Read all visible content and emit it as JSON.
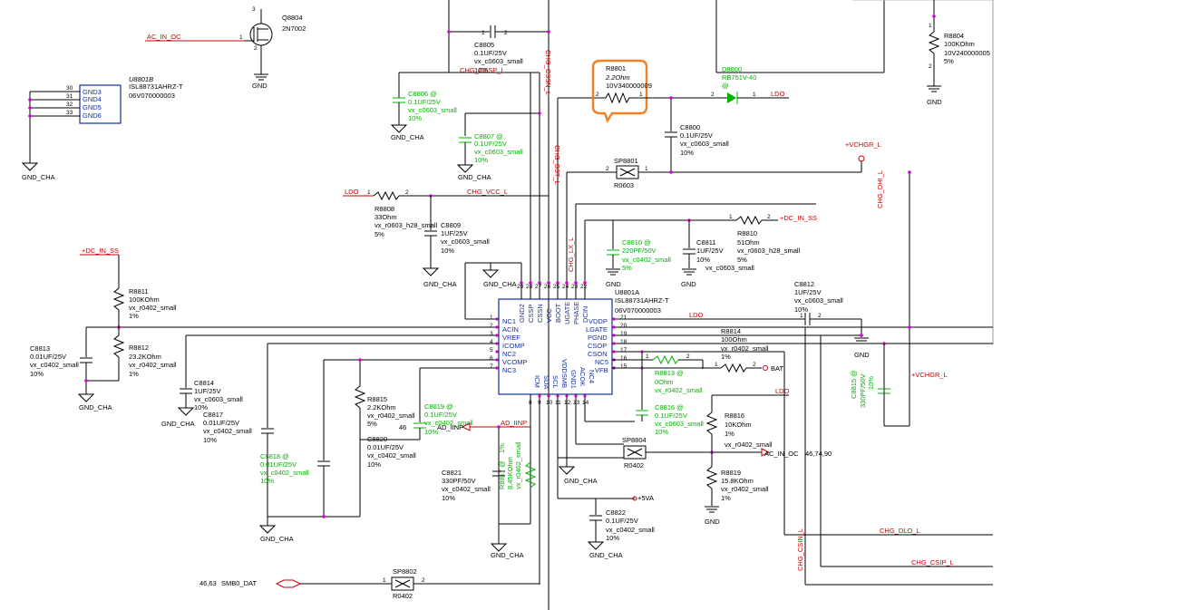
{
  "colors": {
    "wire": "#000000",
    "net_label": "#cc0000",
    "alt_part": "#00b000",
    "pin_dot": "#d000d0",
    "chip_outline": "#1030a0",
    "highlight": "#f08020"
  },
  "chip_main": {
    "ref": "U8801A",
    "part": "ISL88731AHRZ-T",
    "code": "06V070000003",
    "left_pins": [
      "NC1",
      "ACIN",
      "VREF",
      "ICOMP",
      "NC2",
      "VCOMP",
      "NC3"
    ],
    "left_nums": [
      "1",
      "2",
      "3",
      "4",
      "5",
      "6",
      "7"
    ],
    "top_pins": [
      "GND2",
      "CSSP",
      "CSSN",
      "VCC",
      "BOOT",
      "UGATE",
      "PHASE",
      "DCIN"
    ],
    "top_nums": [
      "29",
      "28",
      "27",
      "26",
      "25",
      "24",
      "23",
      "22"
    ],
    "right_pins": [
      "VDDP",
      "LGATE",
      "PGND",
      "CSOP",
      "CSON",
      "NC5",
      "VFB"
    ],
    "right_nums": [
      "21",
      "20",
      "19",
      "18",
      "17",
      "16",
      "15"
    ],
    "bottom_pins": [
      "ICM",
      "SDA",
      "SCL",
      "VDDSMB",
      "GND1",
      "ACOK",
      "NC4"
    ],
    "bottom_nums": [
      "8",
      "9",
      "10",
      "11",
      "12",
      "13",
      "14"
    ]
  },
  "chip_gnd": {
    "ref": "U8801B",
    "part": "ISL88731AHRZ-T",
    "code": "06V070000003",
    "pins": [
      "GND3",
      "GND4",
      "GND5",
      "GND6"
    ],
    "nums": [
      "30",
      "31",
      "32",
      "33"
    ]
  },
  "nets": {
    "ac_in_oc": "AC_IN_OC",
    "chg_cssp_l": "CHG_CSSP_L",
    "chg_cssn_l": "CHG_CSSN_L",
    "chg_bst_l": "CHG_BST_L",
    "chg_vcc_l": "CHG_VCC_L",
    "chg_lx_l": "CHG_LX_L",
    "chg_dhi_l": "CHG_DHI_L",
    "ldo": "LDO",
    "vchgr_l": "+VCHGR_L",
    "dc_in_ss": "+DC_IN_SS",
    "bat": "BAT",
    "ad_iinp": "AD_IINP",
    "chg_csin_l": "CHG_CSIN_L",
    "chg_dlo_l": "CHG_DLO_L",
    "chg_csip_l": "CHG_CSIP_L",
    "v5a": "+5VA",
    "smb0_dat": "SMB0_DAT",
    "ad_iinp_ref": "46",
    "smb0_dat_ref": "46,63",
    "ac_in_oc_ref": "46,74,90"
  },
  "grounds": {
    "gnd": "GND",
    "gnd_cha": "GND_CHA"
  },
  "components": {
    "q8804": [
      "Q8804",
      "2N7002"
    ],
    "c8805": [
      "C8805",
      "0.1UF/25V",
      "vx_c0603_small",
      "10%"
    ],
    "c8806": [
      "C8806  @",
      "0.1UF/25V",
      "vx_c0603_small",
      "10%"
    ],
    "c8807": [
      "C8807  @",
      "0.1UF/25V",
      "vx_c0603_small",
      "10%"
    ],
    "r8801": [
      "R8801",
      "2.2Ohm",
      "10V340000009"
    ],
    "d8800": [
      "D8800",
      "RB751V-40",
      "@"
    ],
    "r8804": [
      "R8804",
      "100KOhm",
      "10V240000005",
      "5%"
    ],
    "c8800": [
      "C8800",
      "0.1UF/25V",
      "vx_c0603_small",
      "10%"
    ],
    "sp8801": [
      "SP8801",
      "R0603"
    ],
    "r8808": [
      "R8808",
      "33Ohm",
      "vx_r0603_h28_small",
      "5%"
    ],
    "c8809": [
      "C8809",
      "1UF/25V",
      "vx_c0603_small",
      "10%"
    ],
    "c8810": [
      "C8810  @",
      "220PF/50V",
      "vx_c0402_small",
      "5%"
    ],
    "c8811": [
      "C8811",
      "1UF/25V",
      "10%",
      "vx_c0603_small"
    ],
    "r8810": [
      "R8810",
      "51Ohm",
      "vx_r0603_h28_small",
      "5%"
    ],
    "c8812": [
      "C8812",
      "1UF/25V",
      "vx_c0603_small",
      "10%"
    ],
    "r8811": [
      "R8811",
      "100KOhm",
      "vx_r0402_small",
      "1%"
    ],
    "r8812": [
      "R8812",
      "23.2KOhm",
      "vx_r0402_small",
      "1%"
    ],
    "c8813": [
      "C8813",
      "0.01UF/25V",
      "vx_c0402_small",
      "10%"
    ],
    "c8814": [
      "C8814",
      "1UF/25V",
      "vx_c0603_small",
      "10%"
    ],
    "c8817": [
      "C8817",
      "0.01UF/25V",
      "vx_c0402_small",
      "10%"
    ],
    "c8818": [
      "C8818  @",
      "0.01UF/25V",
      "vx_c0402_small",
      "10%"
    ],
    "r8815": [
      "R8815",
      "2.2KOhm",
      "vx_r0402_small",
      "5%"
    ],
    "c8820": [
      "C8820",
      "0.01UF/25V",
      "vx_c0402_small",
      "10%"
    ],
    "c8819": [
      "C8819  @",
      "0.1UF/25V",
      "vx_c0402_small",
      "10%"
    ],
    "c8821": [
      "C8821",
      "330PF/50V",
      "vx_c0402_small",
      "10%"
    ],
    "r8817": [
      "R8817  @",
      "8.45KOhm",
      "vx_r0402_small",
      "1%"
    ],
    "r8814": [
      "R8814",
      "100Ohm",
      "vx_r0402_small",
      "1%"
    ],
    "r8813": [
      "R8813  @",
      "0Ohm",
      "vx_r0402_small"
    ],
    "c8816": [
      "C8816  @",
      "0.1UF/25V",
      "vx_c0603_small",
      "10%"
    ],
    "c8815": [
      "C8815  @",
      "330PF/50V",
      "10%"
    ],
    "sp8804": [
      "SP8804",
      "R0402"
    ],
    "r8816": [
      "R8816",
      "10KOhm",
      "1%",
      "vx_r0402_small"
    ],
    "r8819": [
      "R8819",
      "15.8KOhm",
      "vx_r0402_small",
      "1%"
    ],
    "c8822": [
      "C8822",
      "0.1UF/25V",
      "vx_c0402_small",
      "10%"
    ],
    "sp8802": [
      "SP8802",
      "R0402"
    ]
  }
}
